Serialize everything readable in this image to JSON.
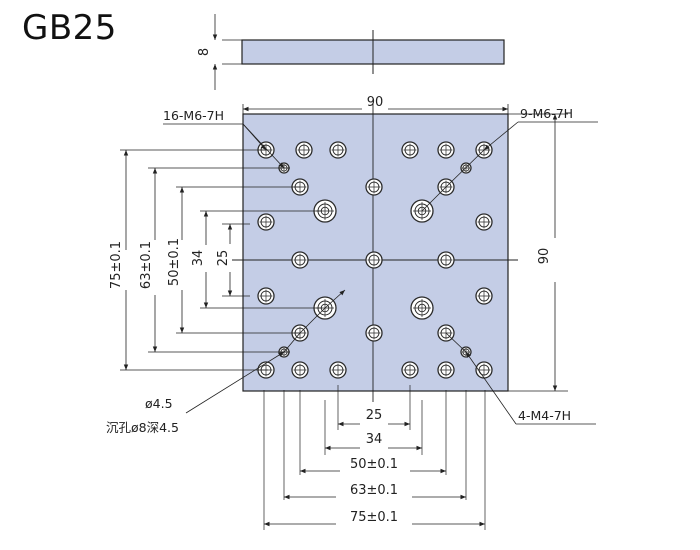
{
  "title": "GB25",
  "colors": {
    "plate": "#c4cde6",
    "line": "#222222",
    "hole": "#2b2b2b"
  },
  "dims": {
    "thickness": "8",
    "width": "90",
    "height": "90",
    "v75": "75±0.1",
    "v63": "63±0.1",
    "v50": "50±0.1",
    "v34": "34",
    "v25": "25",
    "h25": "25",
    "h34": "34",
    "h50": "50±0.1",
    "h63": "63±0.1",
    "h75": "75±0.1"
  },
  "callouts": {
    "tap16": "16-M6-7H",
    "tap9": "9-M6-7H",
    "tap4": "4-M4-7H",
    "hole_dia": "ø4.5",
    "counterbore": "沉孔ø8深4.5"
  }
}
